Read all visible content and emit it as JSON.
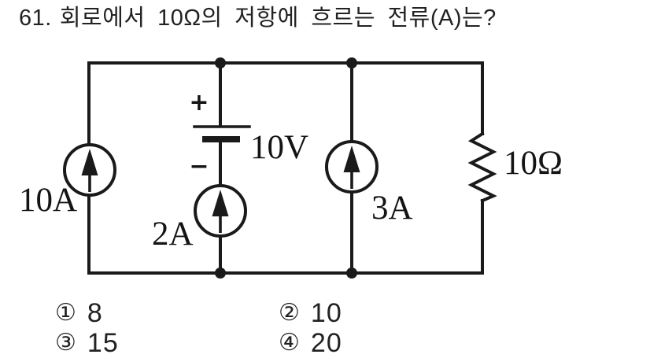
{
  "question": {
    "number": "61.",
    "text": "회로에서 10Ω의 저항에 흐르는 전류(A)는?"
  },
  "circuit": {
    "source_left_label": "10A",
    "battery_voltage_label": "10V",
    "battery_plus": "+",
    "battery_minus": "−",
    "source_middle_label": "2A",
    "source_right_label": "3A",
    "resistor_label": "10Ω"
  },
  "choices": [
    {
      "marker": "①",
      "value": "8"
    },
    {
      "marker": "②",
      "value": "10"
    },
    {
      "marker": "③",
      "value": "15"
    },
    {
      "marker": "④",
      "value": "20"
    }
  ],
  "colors": {
    "ink": "#1a1a1a",
    "paper": "#ffffff"
  }
}
